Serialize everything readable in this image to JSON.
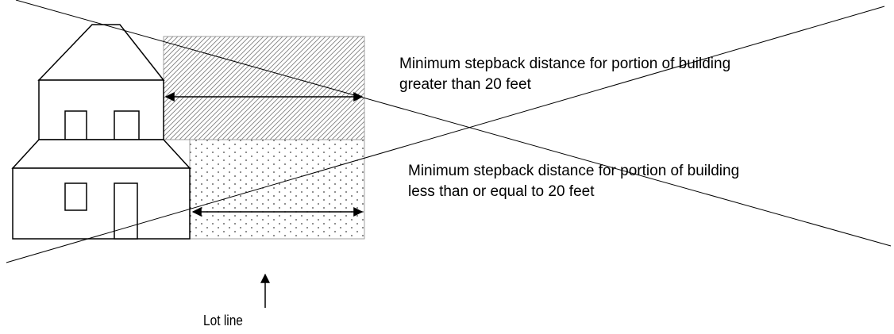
{
  "labels": {
    "upper_line1": "Minimum stepback distance for portion of building",
    "upper_line2": "greater than 20 feet",
    "lower_line1": "Minimum stepback distance for portion of building",
    "lower_line2": "less than or equal to 20 feet",
    "lot_line": "Lot line"
  },
  "colors": {
    "stroke": "#000000",
    "zone_border": "#a0a0a0",
    "hatch": "#808080",
    "dots": "#404040"
  }
}
